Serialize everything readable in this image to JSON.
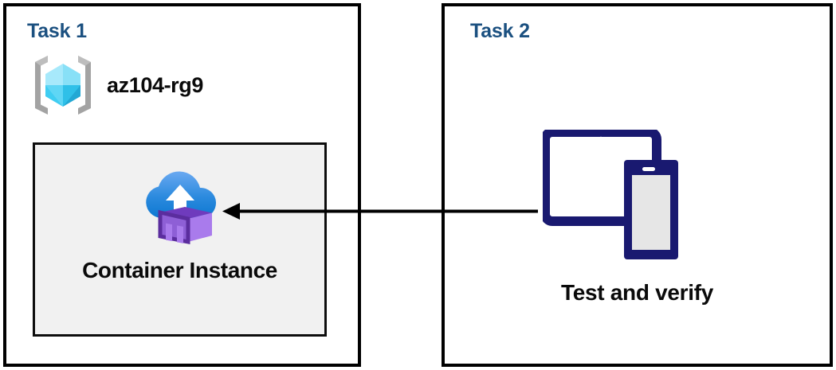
{
  "diagram": {
    "title": "Azure Container Instance deployment tasks",
    "background_color": "#ffffff",
    "panel_border_color": "#000000",
    "heading_color": "#1b5080",
    "label_color": "#0a0a0a",
    "inner_box_fill": "#f1f1f1",
    "device_icon_color": "#191970",
    "arrow_color": "#000000"
  },
  "panels": [
    {
      "id": "task1",
      "title": "Task 1",
      "resource_group": {
        "icon": "resource-group-icon",
        "label": "az104-rg9",
        "icon_colors": {
          "bracket": "#a3a3a3",
          "cube_light": "#9aeaff",
          "cube_mid": "#35ccf5",
          "cube_dark": "#1ba9d6"
        }
      },
      "resource_box": {
        "icon": "container-instance-icon",
        "label": "Container Instance",
        "fill": "#f1f1f1",
        "icon_colors": {
          "cloud_top": "#5ea2ef",
          "cloud_bottom": "#0d7ad2",
          "arrow": "#ffffff",
          "container_face": "#a97bec",
          "container_side": "#7a46c4",
          "container_edge": "#5b2d9e"
        }
      }
    },
    {
      "id": "task2",
      "title": "Task 2",
      "device": {
        "icon": "tablet-and-phone-icon",
        "label": "Test and verify",
        "color": "#191970",
        "phone_screen_fill": "#e6e6e6"
      }
    }
  ],
  "connector": {
    "name": "arrow-task2-to-task1",
    "direction": "right-to-left",
    "from": "Test and verify",
    "to": "Container Instance",
    "color": "#000000"
  }
}
